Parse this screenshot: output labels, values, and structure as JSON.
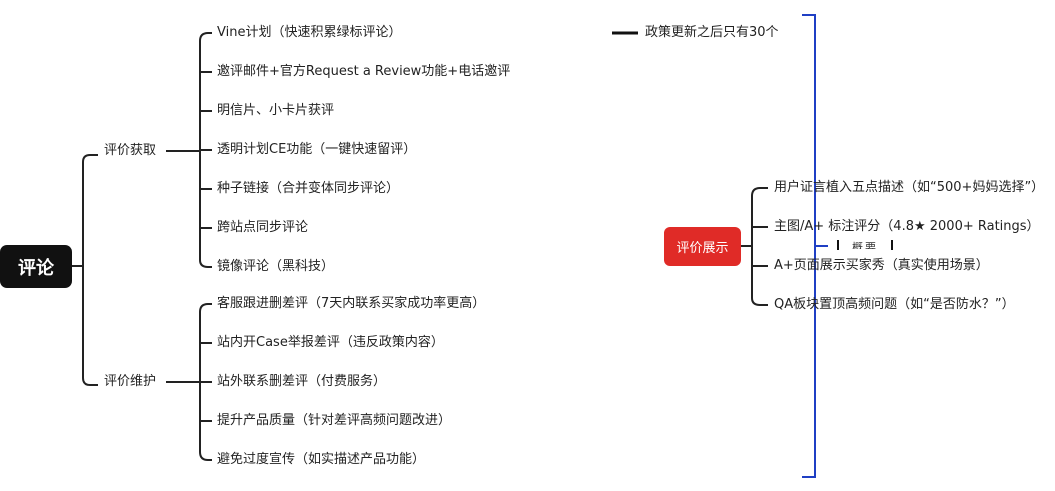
{
  "root": {
    "label": "评论"
  },
  "branches": [
    {
      "label": "评价获取",
      "children": [
        "Vine计划（快速积累绿标评论）",
        "邀评邮件+官方Request a Review功能+电话邀评",
        "明信片、小卡片获评",
        "透明计划CE功能（一键快速留评）",
        "种子链接（合并变体同步评论）",
        "跨站点同步评论",
        "镜像评论（黑科技）"
      ]
    },
    {
      "label": "评价维护",
      "children": [
        "客服跟进删差评（7天内联系买家成功率更高）",
        "站内开Case举报差评（违反政策内容）",
        "站外联系删差评（付费服务）",
        "提升产品质量（针对差评高频问题改进）",
        "避免过度宣传（如实描述产品功能）"
      ]
    }
  ],
  "display_node": {
    "label": "评价展示",
    "children": [
      "用户证言植入五点描述（如“500+妈妈选择”）",
      "主图/A+ 标注评分（4.8★ 2000+ Ratings）",
      "A+页面展示买家秀（真实使用场景）",
      "QA板块置顶高频问题（如“是否防水？”）"
    ]
  },
  "callout": {
    "label": "政策更新之后只有30个"
  },
  "summary": {
    "label": "概要"
  },
  "colors": {
    "root_bg": "#111111",
    "display_node_bg": "#e02b27",
    "summary_bracket": "#1f3fc4",
    "connector": "#222222"
  }
}
